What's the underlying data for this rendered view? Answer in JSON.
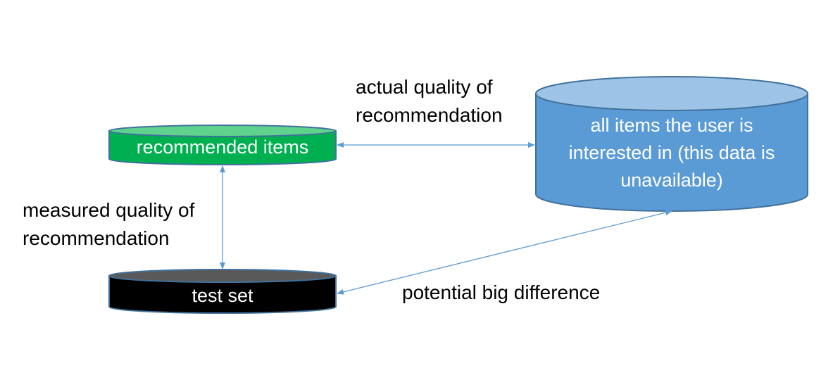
{
  "nodes": {
    "recommended": {
      "label": "recommended items",
      "fill": "#00b050",
      "top_fill": "#5fd38d",
      "stroke": "#41719c"
    },
    "test_set": {
      "label": "test set",
      "fill": "#000000",
      "top_fill": "#595959",
      "stroke": "#41719c"
    },
    "all_items": {
      "label_lines": [
        "all items the user is",
        "interested in (this data is",
        "unavailable)"
      ],
      "fill": "#5b9bd5",
      "top_fill": "#9dc3e6",
      "stroke": "#41719c"
    }
  },
  "edges": {
    "actual": {
      "label_lines": [
        "actual quality of",
        "recommendation"
      ]
    },
    "measured": {
      "label_lines": [
        "measured quality of",
        "recommendation"
      ]
    },
    "difference": {
      "label": "potential big difference"
    }
  },
  "colors": {
    "arrow": "#5b9bd5"
  }
}
